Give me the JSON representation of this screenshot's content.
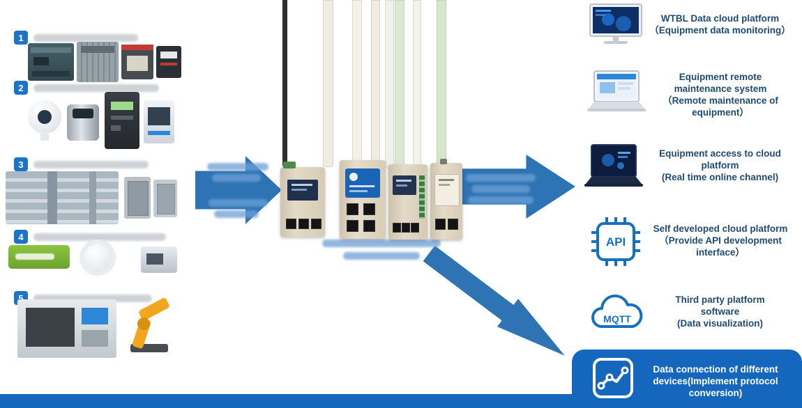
{
  "left_panel": {
    "badges": [
      "1",
      "2",
      "3",
      "4",
      "5"
    ]
  },
  "right_panel": {
    "items": [
      {
        "name": "wtbl-cloud-platform",
        "icon": "monitor-dashboard-icon",
        "lines": [
          "WTBL Data cloud platform",
          "（Equipment data monitoring）"
        ]
      },
      {
        "name": "remote-maintenance-system",
        "icon": "laptop-remote-icon",
        "lines": [
          "Equipment remote",
          "maintenance system",
          "（Remote maintenance of",
          "equipment）"
        ]
      },
      {
        "name": "cloud-access",
        "icon": "laptop-cloud-icon",
        "lines": [
          "Equipment access to cloud",
          "platform",
          "(Real time online channel)"
        ]
      },
      {
        "name": "self-developed-platform",
        "icon": "api-chip-icon",
        "lines": [
          "Self developed cloud platform",
          "（Provide API development",
          "interface）"
        ]
      },
      {
        "name": "third-party-platform",
        "icon": "mqtt-cloud-icon",
        "lines": [
          "Third party platform",
          "software",
          "(Data visualization)"
        ]
      },
      {
        "name": "protocol-conversion",
        "icon": "protocol-chart-icon",
        "lines": [
          "Data connection of different",
          "devices(Implement protocol",
          "conversion)"
        ]
      }
    ],
    "api_label": "API",
    "mqtt_label": "MQTT"
  },
  "colors": {
    "arrow_blue": "#2e74b5",
    "bar_blue": "#1567be",
    "badge_blue": "#1c74c9",
    "text_navy": "#1e4a74",
    "icon_blue": "#1670c0"
  }
}
